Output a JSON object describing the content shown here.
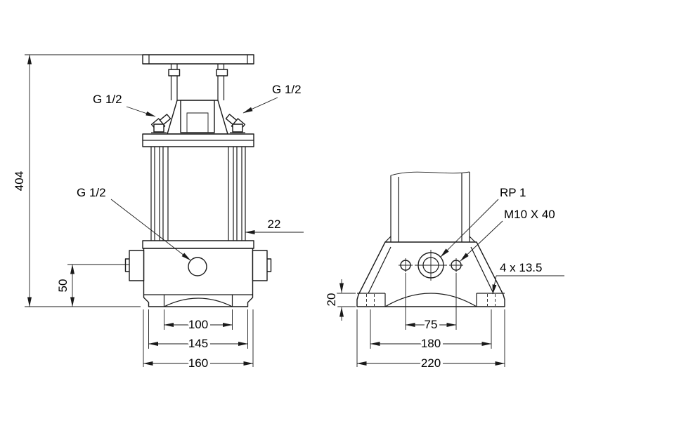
{
  "drawing": {
    "front_view": {
      "labels": {
        "plug_left": "G 1/2",
        "plug_right": "G 1/2",
        "gauge_port": "G 1/2"
      },
      "dimensions": {
        "overall_height": "404",
        "port_centerline_height": "50",
        "clamp_offset": "22",
        "foot_inner_width": "100",
        "foot_pad_width": "145",
        "base_overall_width": "160"
      }
    },
    "side_view": {
      "labels": {
        "port_thread": "RP 1",
        "clamp_bolt": "M10 X 40",
        "foot_holes": "4 x 13.5"
      },
      "dimensions": {
        "foot_height": "20",
        "bolt_spacing": "75",
        "foot_hole_spacing": "180",
        "base_overall_width": "220"
      }
    }
  }
}
